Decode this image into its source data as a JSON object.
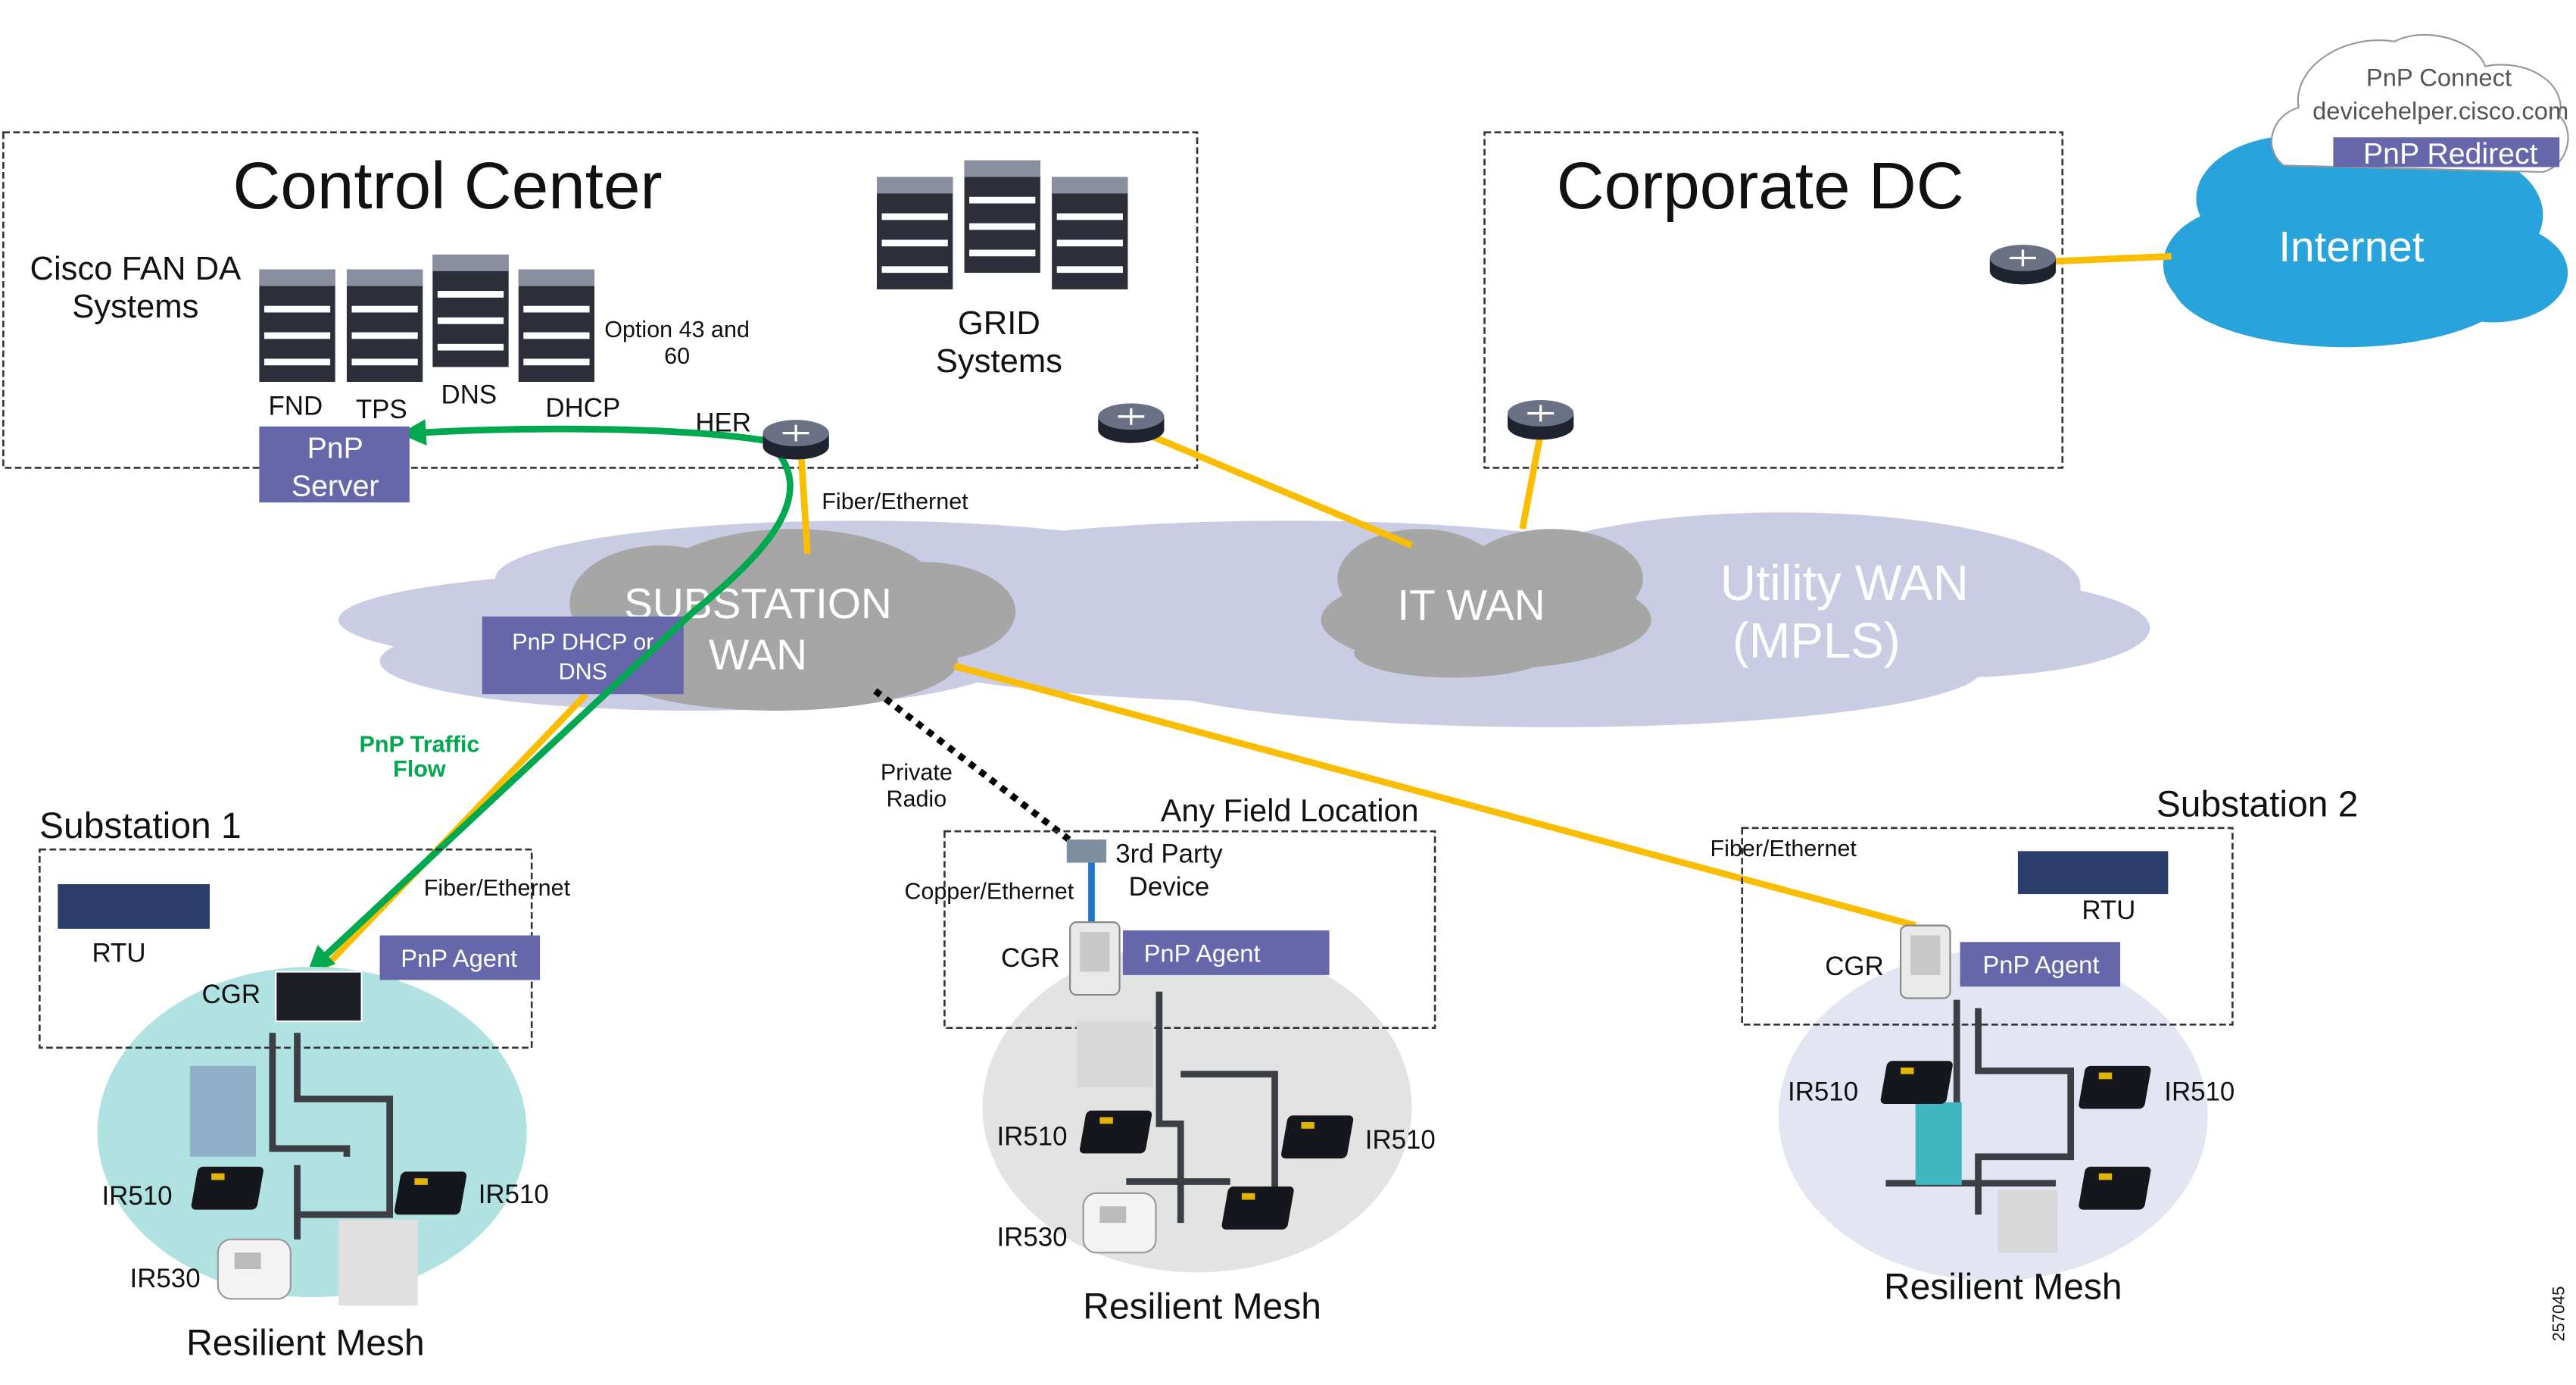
{
  "control_center": {
    "title": "Control Center",
    "fan_systems": [
      "Cisco FAN DA",
      "Systems"
    ],
    "servers": [
      "FND",
      "TPS",
      "DNS",
      "DHCP"
    ],
    "option_note": [
      "Option 43 and",
      "60"
    ],
    "grid": [
      "GRID",
      "Systems"
    ],
    "her": "HER",
    "pnp_server": [
      "PnP",
      "Server"
    ]
  },
  "corporate_dc": {
    "title": "Corporate DC"
  },
  "internet": {
    "label": "Internet"
  },
  "pnp_connect": {
    "title": "PnP Connect",
    "host": "devicehelper.cisco.com",
    "redirect": "PnP Redirect"
  },
  "wan": {
    "fiber_top": "Fiber/Ethernet",
    "substation_wan": [
      "SUBSTATION",
      "WAN"
    ],
    "pnp_dhcp": [
      "PnP DHCP or",
      "DNS"
    ],
    "it_wan": "IT WAN",
    "utility_wan": [
      "Utility WAN",
      "(MPLS)"
    ],
    "traffic_flow": [
      "PnP Traffic",
      "Flow"
    ],
    "private_radio": [
      "Private",
      "Radio"
    ]
  },
  "substation1": {
    "title": "Substation 1",
    "rtu": "RTU",
    "fiber": "Fiber/Ethernet",
    "pnp_agent": "PnP Agent",
    "cgr": "CGR",
    "ir510_a": "IR510",
    "ir510_b": "IR510",
    "ir530": "IR530",
    "mesh": "Resilient Mesh"
  },
  "field": {
    "title": "Any Field Location",
    "third_party": [
      "3rd Party",
      "Device"
    ],
    "copper": "Copper/Ethernet",
    "cgr": "CGR",
    "pnp_agent": "PnP Agent",
    "ir510_a": "IR510",
    "ir510_b": "IR510",
    "ir530": "IR530",
    "mesh": "Resilient Mesh"
  },
  "substation2": {
    "title": "Substation 2",
    "fiber": "Fiber/Ethernet",
    "rtu": "RTU",
    "cgr": "CGR",
    "pnp_agent": "PnP Agent",
    "ir510_a": "IR510",
    "ir510_b": "IR510",
    "mesh": "Resilient Mesh"
  },
  "figure_id": "257045",
  "colors": {
    "fiber": "#fbbd00",
    "pnp_flow": "#00a94f",
    "pnp_box": "#6667ab",
    "internet": "#29a3dc",
    "utility_wan": "#c9cce3",
    "cloud_grey": "#a6a6a6"
  }
}
